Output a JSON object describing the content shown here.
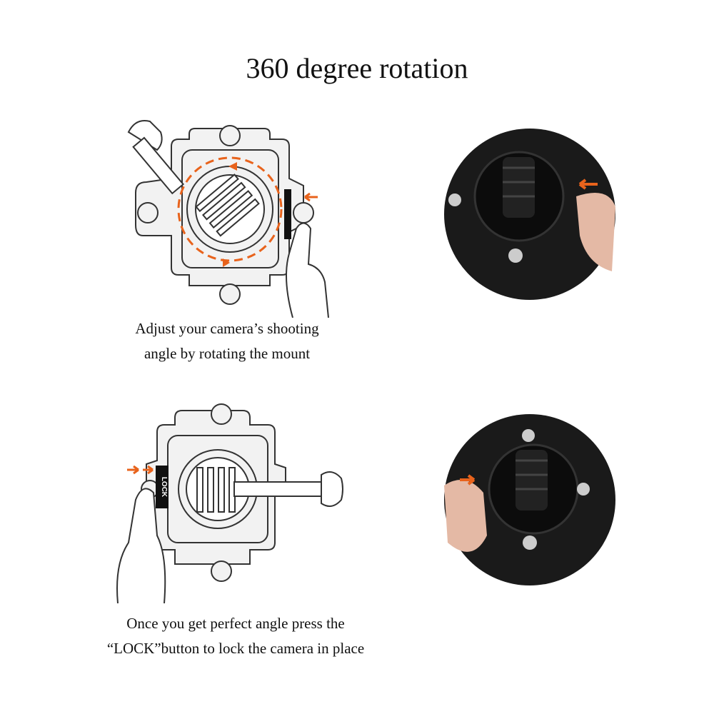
{
  "title": "360 degree rotation",
  "steps": [
    {
      "caption_line1": "Adjust your camera’s shooting",
      "caption_line2": "angle by rotating the mount"
    },
    {
      "caption_line1": "Once you get perfect angle press the",
      "caption_line2": "“LOCK”button to lock the camera in place",
      "button_label": "LOCK"
    }
  ],
  "colors": {
    "accent": "#e8631c",
    "outline": "#333333",
    "photo_dark": "#1a1a1a"
  }
}
